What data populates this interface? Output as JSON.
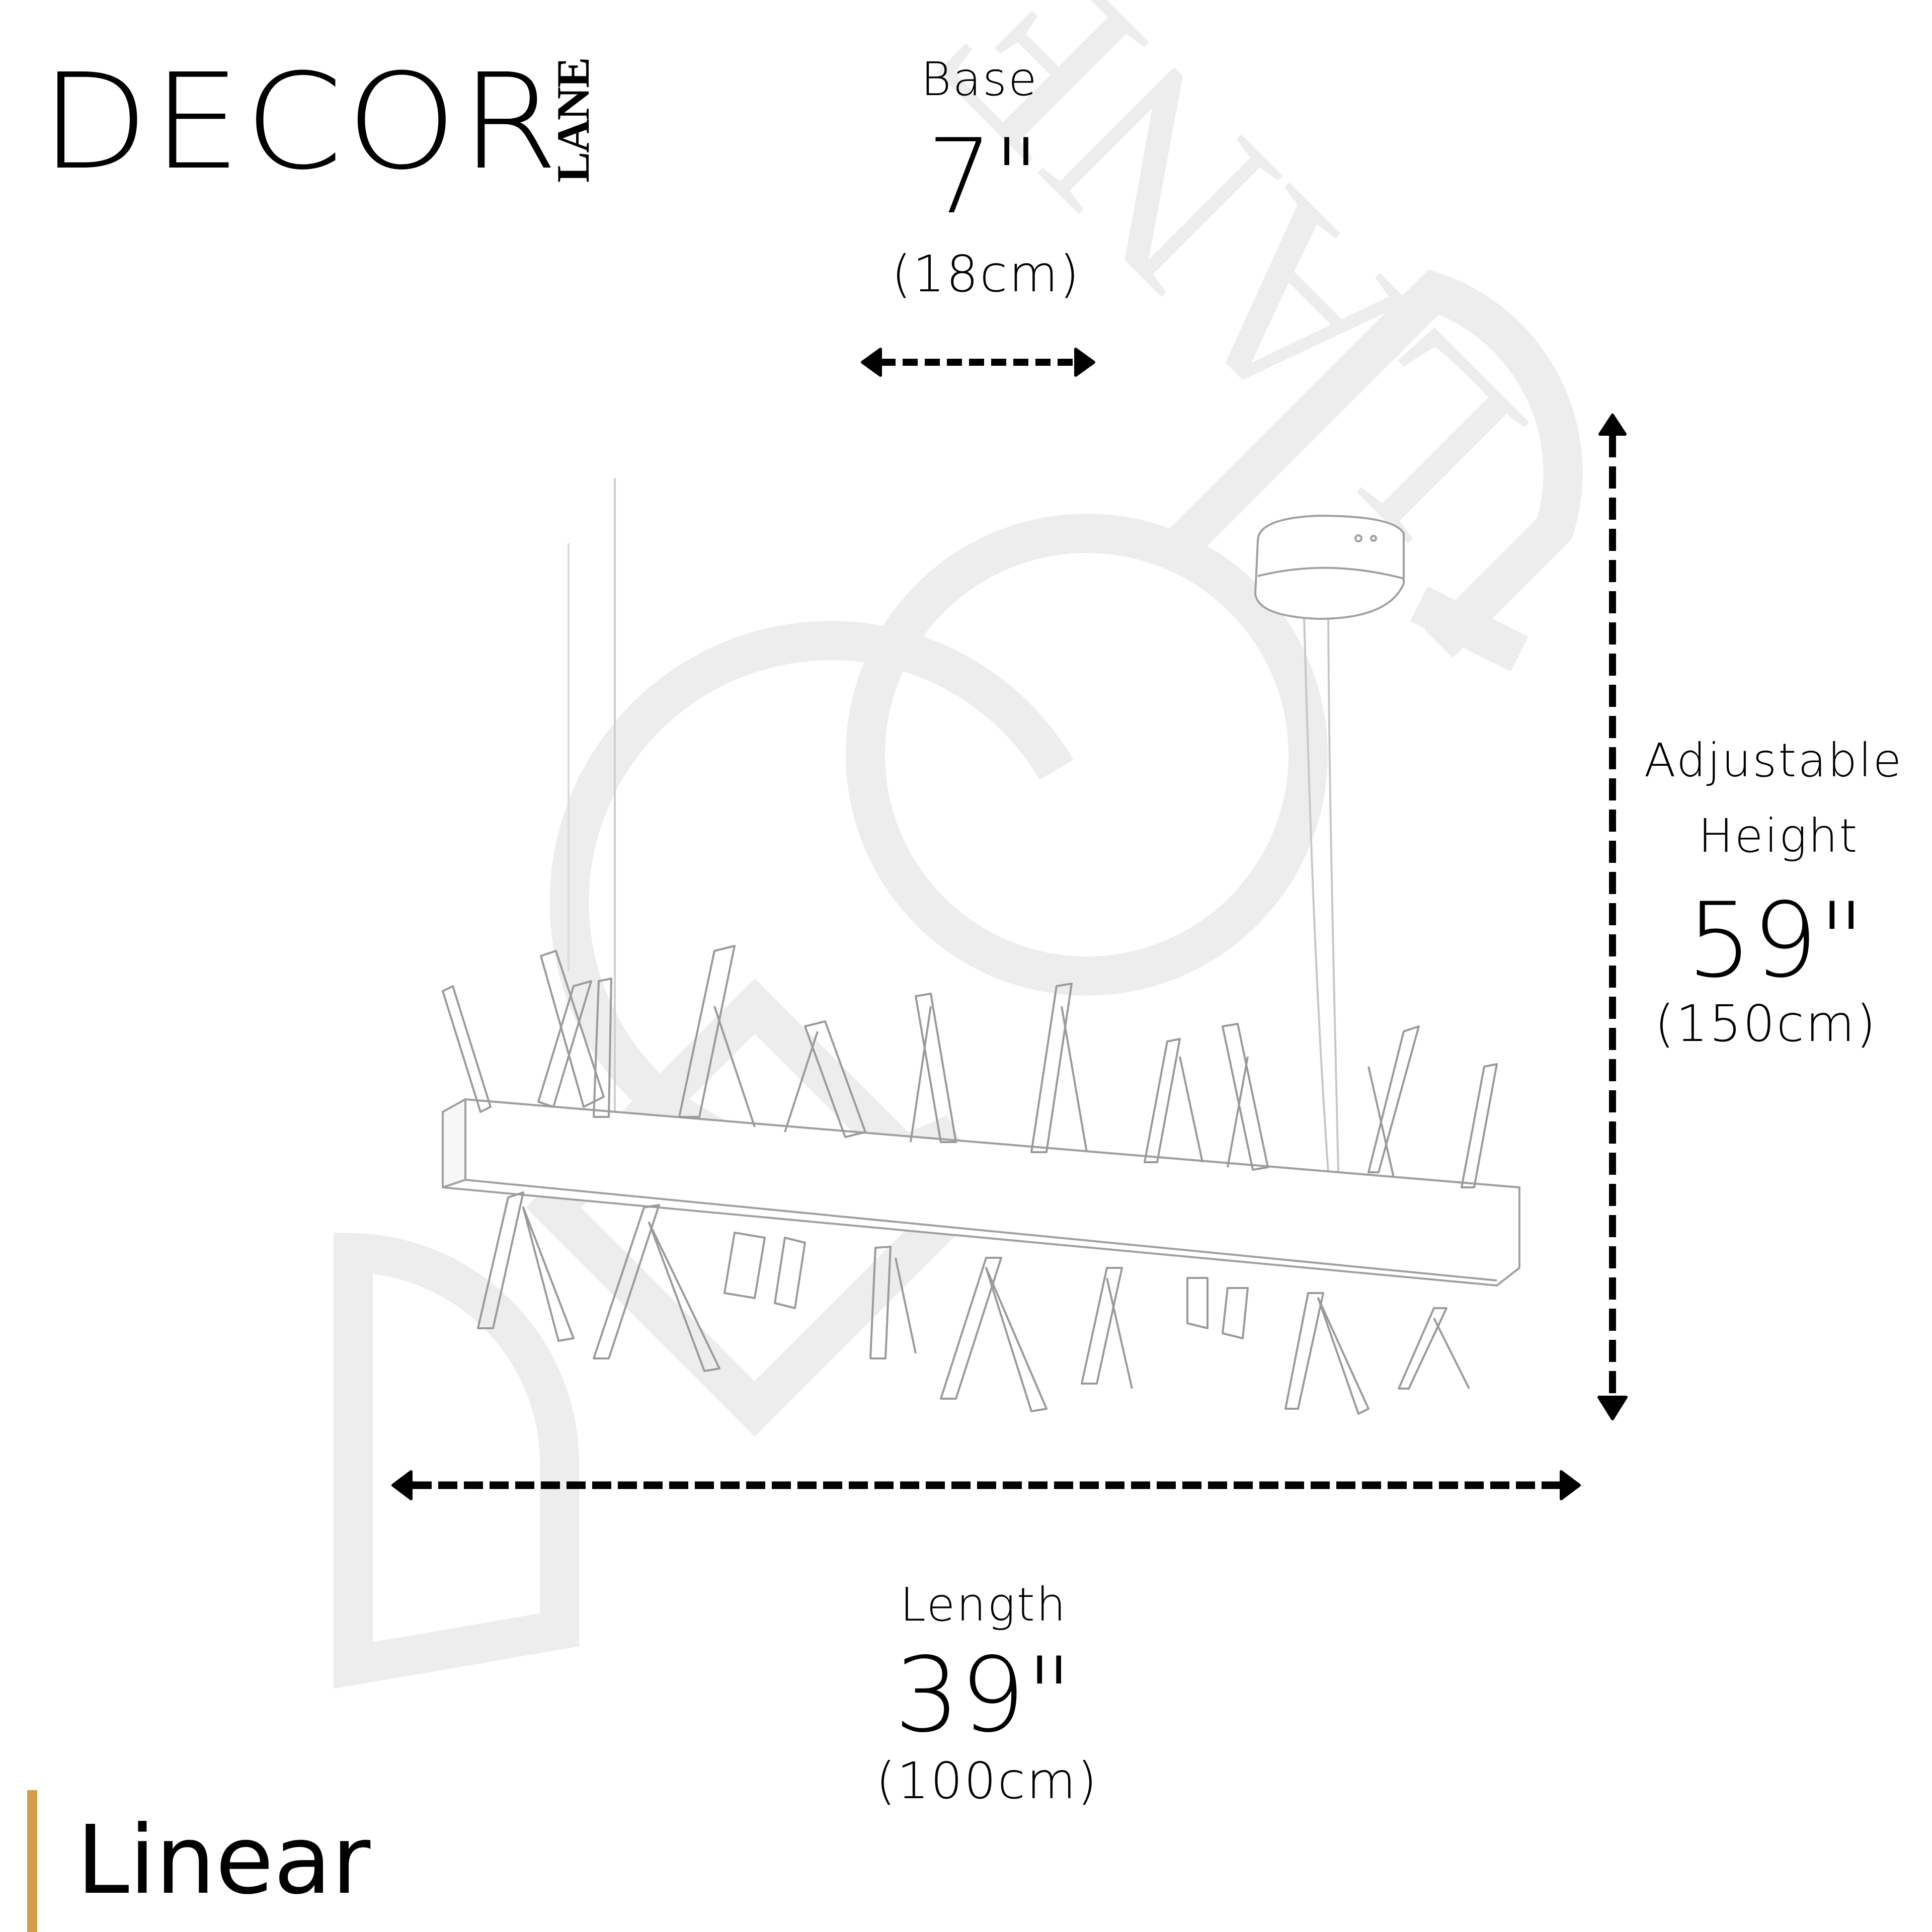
{
  "brand": {
    "name_primary": "DECOR",
    "name_secondary": "LANE"
  },
  "watermark": {
    "text": "DECOR LANE",
    "color": "#ededed"
  },
  "dimensions": {
    "base": {
      "label": "Base",
      "imperial": "7\"",
      "metric": "(18cm)"
    },
    "height": {
      "label_line1": "Adjustable",
      "label_line2": "Height",
      "imperial": "59\"",
      "metric": "(150cm)"
    },
    "length": {
      "label": "Length",
      "imperial": "39\"",
      "metric": "(100cm)"
    }
  },
  "product": {
    "name": "Linear",
    "illustration": "crystal-linear-chandelier-sketch"
  },
  "colors": {
    "text": "#000000",
    "accent": "#d39e4a",
    "sketch_line": "#9a9a9a",
    "background": "#ffffff"
  }
}
